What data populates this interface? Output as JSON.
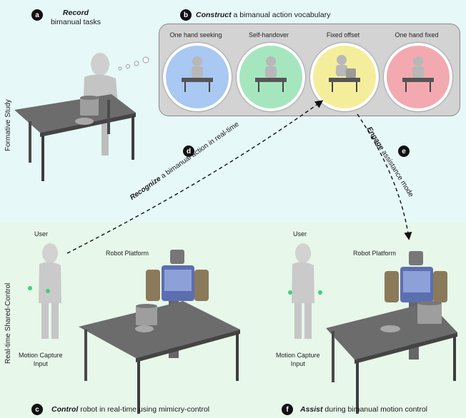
{
  "side_labels": {
    "top": "Formative Study",
    "bottom": "Real-time Shared-Control"
  },
  "badges": {
    "a": "a",
    "b": "b",
    "c": "c",
    "d": "d",
    "e": "e",
    "f": "f"
  },
  "captions": {
    "a_bold": "Record",
    "a_rest": "bimanual tasks",
    "b_bold": "Construct",
    "b_rest": " a bimanual action vocabulary",
    "c_bold": "Control",
    "c_rest": " robot in real-time using mimicry-control",
    "d_bold": "Recognize",
    "d_rest": " a bimanual action in real-time",
    "e_bold": "Engage",
    "e_rest": " assistance mode",
    "f_bold": "Assist",
    "f_rest": " during bimanual motion control"
  },
  "vocabulary": [
    {
      "label": "One hand seeking",
      "color": "#a9c8f2"
    },
    {
      "label": "Self-handover",
      "color": "#a6e6bf"
    },
    {
      "label": "Fixed offset",
      "color": "#f4ee9c"
    },
    {
      "label": "One hand fixed",
      "color": "#f2aab0"
    }
  ],
  "scene_labels": {
    "user_left": "User",
    "robot_left": "Robot Platform",
    "mocap_left": "Motion Capture\nInput",
    "user_right": "User",
    "robot_right": "Robot Platform",
    "mocap_right": "Motion Capture\nInput"
  }
}
